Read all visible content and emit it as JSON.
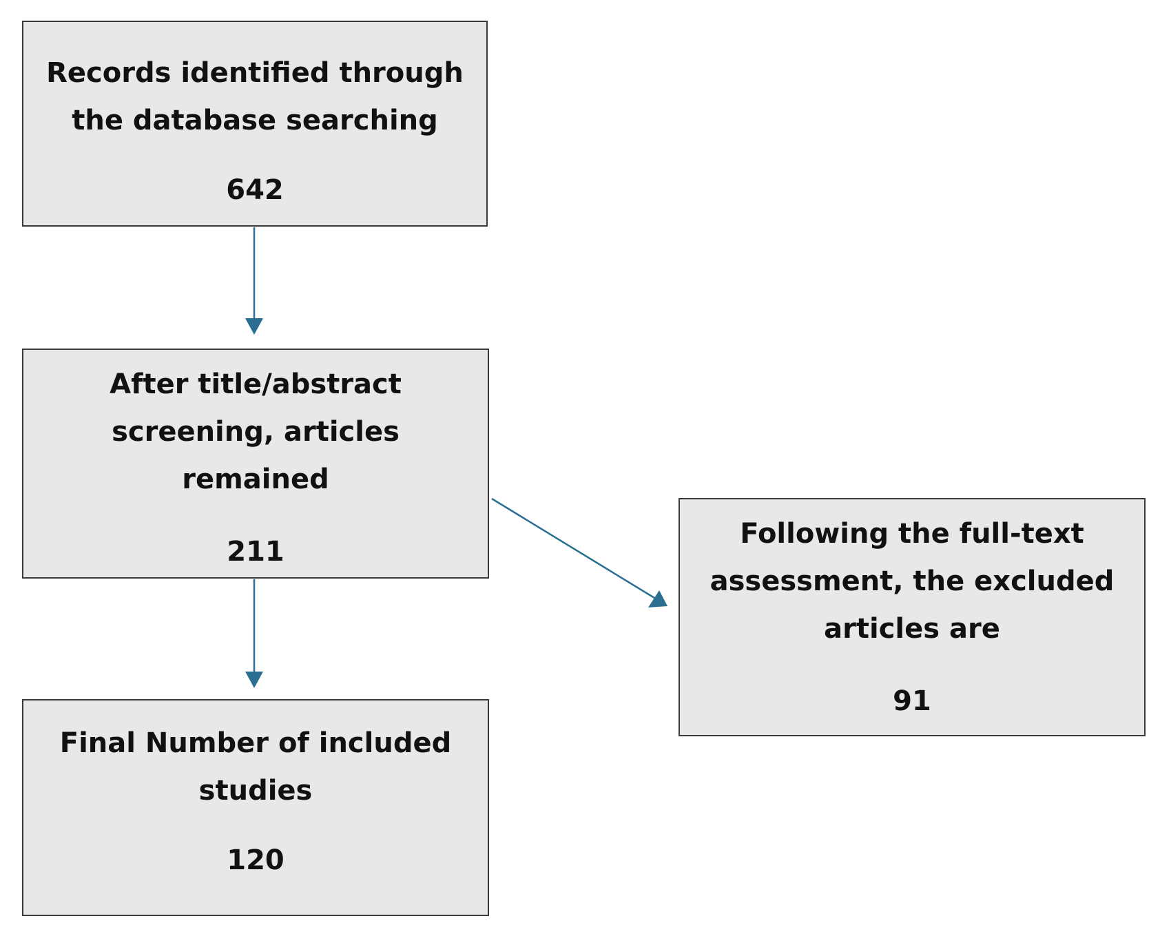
{
  "colors": {
    "box_fill": "#e8e8e8",
    "box_border": "#3a3a3a",
    "arrow": "#2a6f91",
    "text": "#111111"
  },
  "boxes": {
    "records": {
      "line1": "Records identified through",
      "line2": "the database searching",
      "count": "642"
    },
    "screened": {
      "line1": "After title/abstract",
      "line2": "screening, articles",
      "line3": "remained",
      "count": "211"
    },
    "excluded": {
      "line1": "Following the full-text",
      "line2": "assessment, the excluded",
      "line3": "articles are",
      "count": "91"
    },
    "included": {
      "line1": "Final Number of included",
      "line2": "studies",
      "count": "120"
    }
  }
}
